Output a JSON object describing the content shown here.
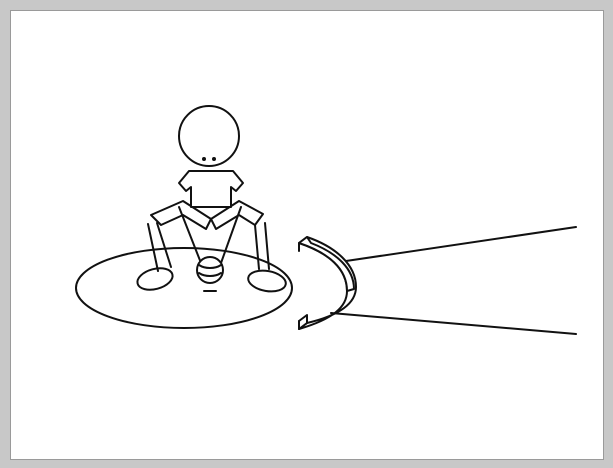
{
  "figure": {
    "description_kind": "line-drawing",
    "colors": {
      "frame": "#c8c8c8",
      "background": "#ffffff",
      "ink": "#111111"
    },
    "elements": [
      "player-figure",
      "base-oval",
      "ball",
      "curved-barrier",
      "field-lines"
    ]
  }
}
